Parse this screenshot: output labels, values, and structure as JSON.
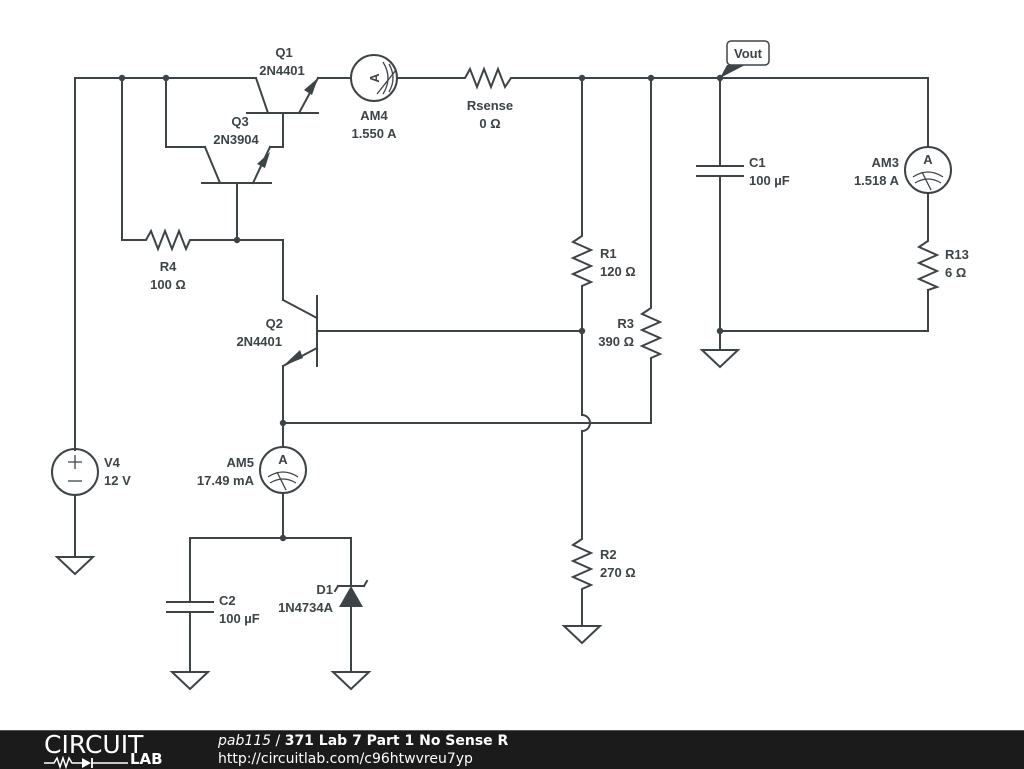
{
  "schematic": {
    "components": {
      "Q1": {
        "name": "Q1",
        "part": "2N4401"
      },
      "Q2": {
        "name": "Q2",
        "part": "2N4401"
      },
      "Q3": {
        "name": "Q3",
        "part": "2N3904"
      },
      "AM4": {
        "name": "AM4",
        "reading": "1.550 A"
      },
      "AM3": {
        "name": "AM3",
        "reading": "1.518 A"
      },
      "AM5": {
        "name": "AM5",
        "reading": "17.49 mA"
      },
      "Rsense": {
        "name": "Rsense",
        "value": "0 Ω"
      },
      "R1": {
        "name": "R1",
        "value": "120 Ω"
      },
      "R2": {
        "name": "R2",
        "value": "270 Ω"
      },
      "R3": {
        "name": "R3",
        "value": "390 Ω"
      },
      "R4": {
        "name": "R4",
        "value": "100 Ω"
      },
      "R13": {
        "name": "R13",
        "value": "6 Ω"
      },
      "C1": {
        "name": "C1",
        "value": "100 µF"
      },
      "C2": {
        "name": "C2",
        "value": "100 µF"
      },
      "V4": {
        "name": "V4",
        "value": "12 V"
      },
      "D1": {
        "name": "D1",
        "part": "1N4734A"
      }
    },
    "net_labels": {
      "vout": "Vout"
    },
    "ammeter_glyph": "A"
  },
  "footer": {
    "logo_top": "CIRCUIT",
    "logo_bottom": "LAB",
    "user": "pab115",
    "separator": " / ",
    "title": "371 Lab 7 Part 1 No Sense R",
    "url": "http://circuitlab.com/c96htwvreu7yp"
  }
}
